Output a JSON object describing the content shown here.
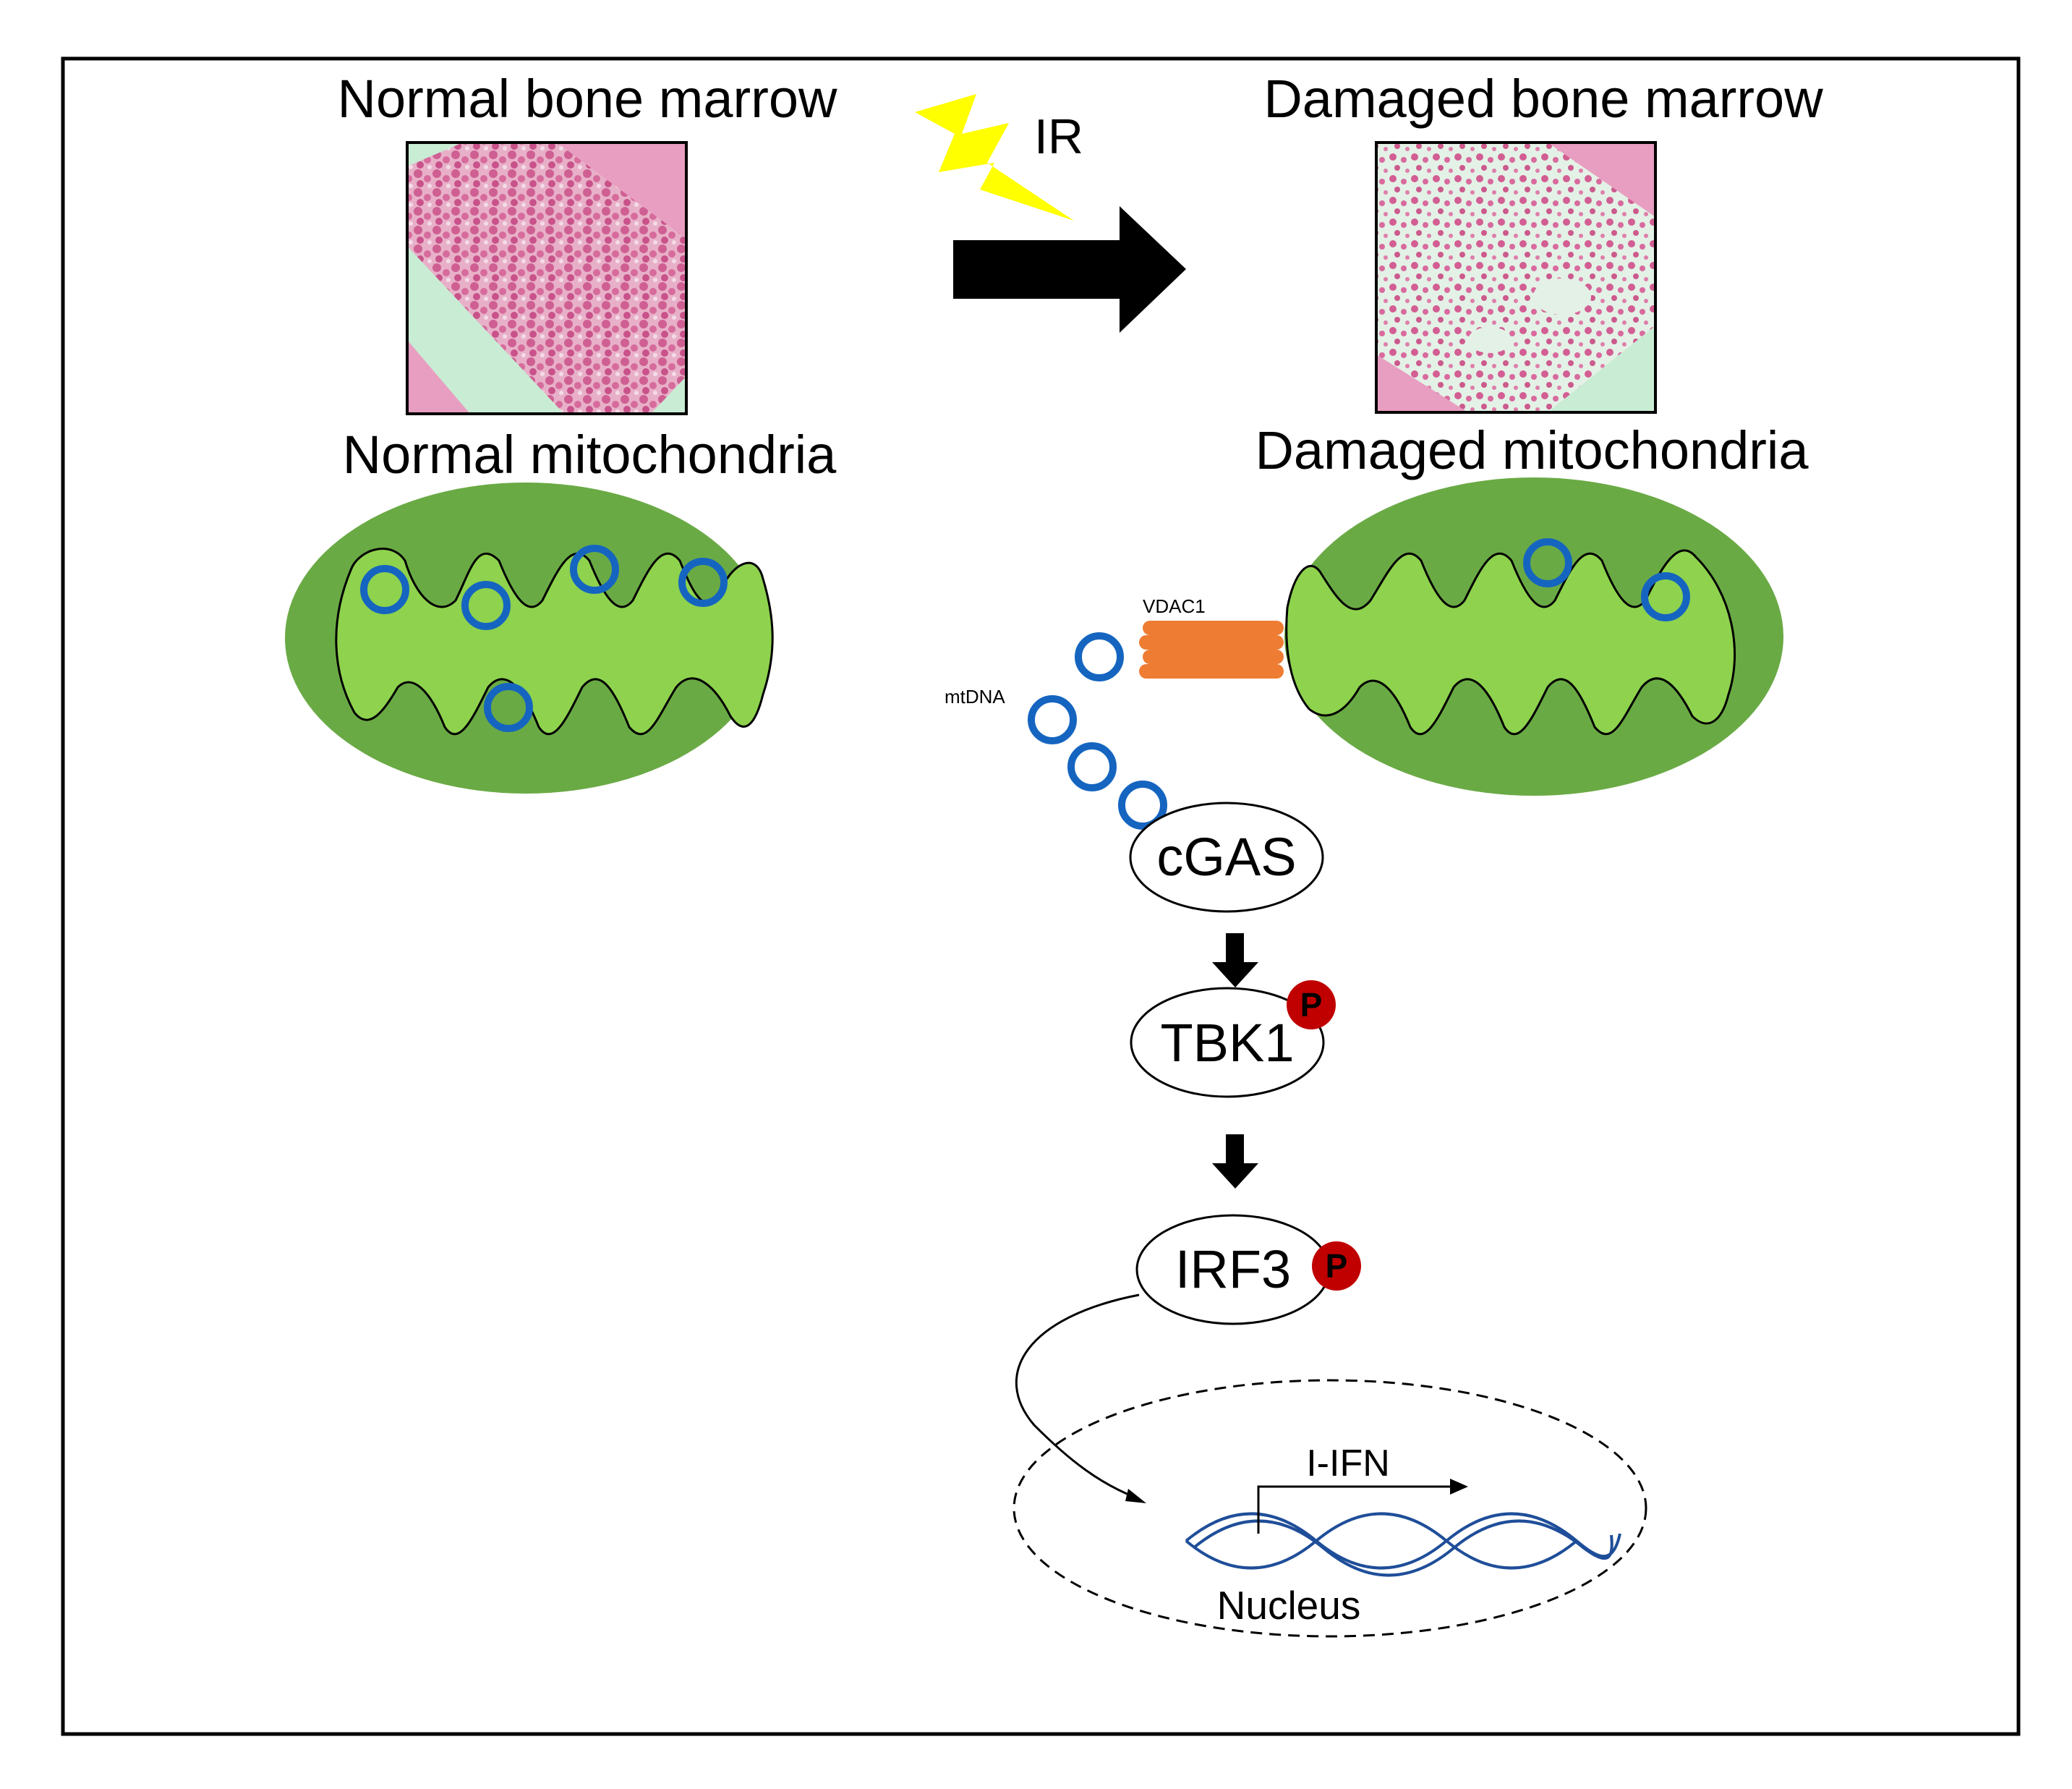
{
  "titles": {
    "normal_bone_marrow": "Normal bone marrow",
    "damaged_bone_marrow": "Damaged bone marrow",
    "normal_mitochondria": "Normal mitochondria",
    "damaged_mitochondria": "Damaged mitochondria"
  },
  "labels": {
    "ir": "IR",
    "vdac1": "VDAC1",
    "mtdna": "mtDNA",
    "cgas": "cGAS",
    "tbk1": "TBK1",
    "irf3": "IRF3",
    "phospho": "P",
    "ifn": "I-IFN",
    "nucleus": "Nucleus"
  },
  "colors": {
    "mito_outer": "#6aaa45",
    "mito_inner": "#8ed24e",
    "mtdna_ring": "#1565c0",
    "vdac1": "#ee7d33",
    "lightning": "#ffff00",
    "phospho": "#c00000",
    "dna_strand": "#1f4e99",
    "marrow_pink": "#d9739f",
    "bone_pink": "#e89ec0",
    "marrow_bg": "#c9ecd4"
  }
}
